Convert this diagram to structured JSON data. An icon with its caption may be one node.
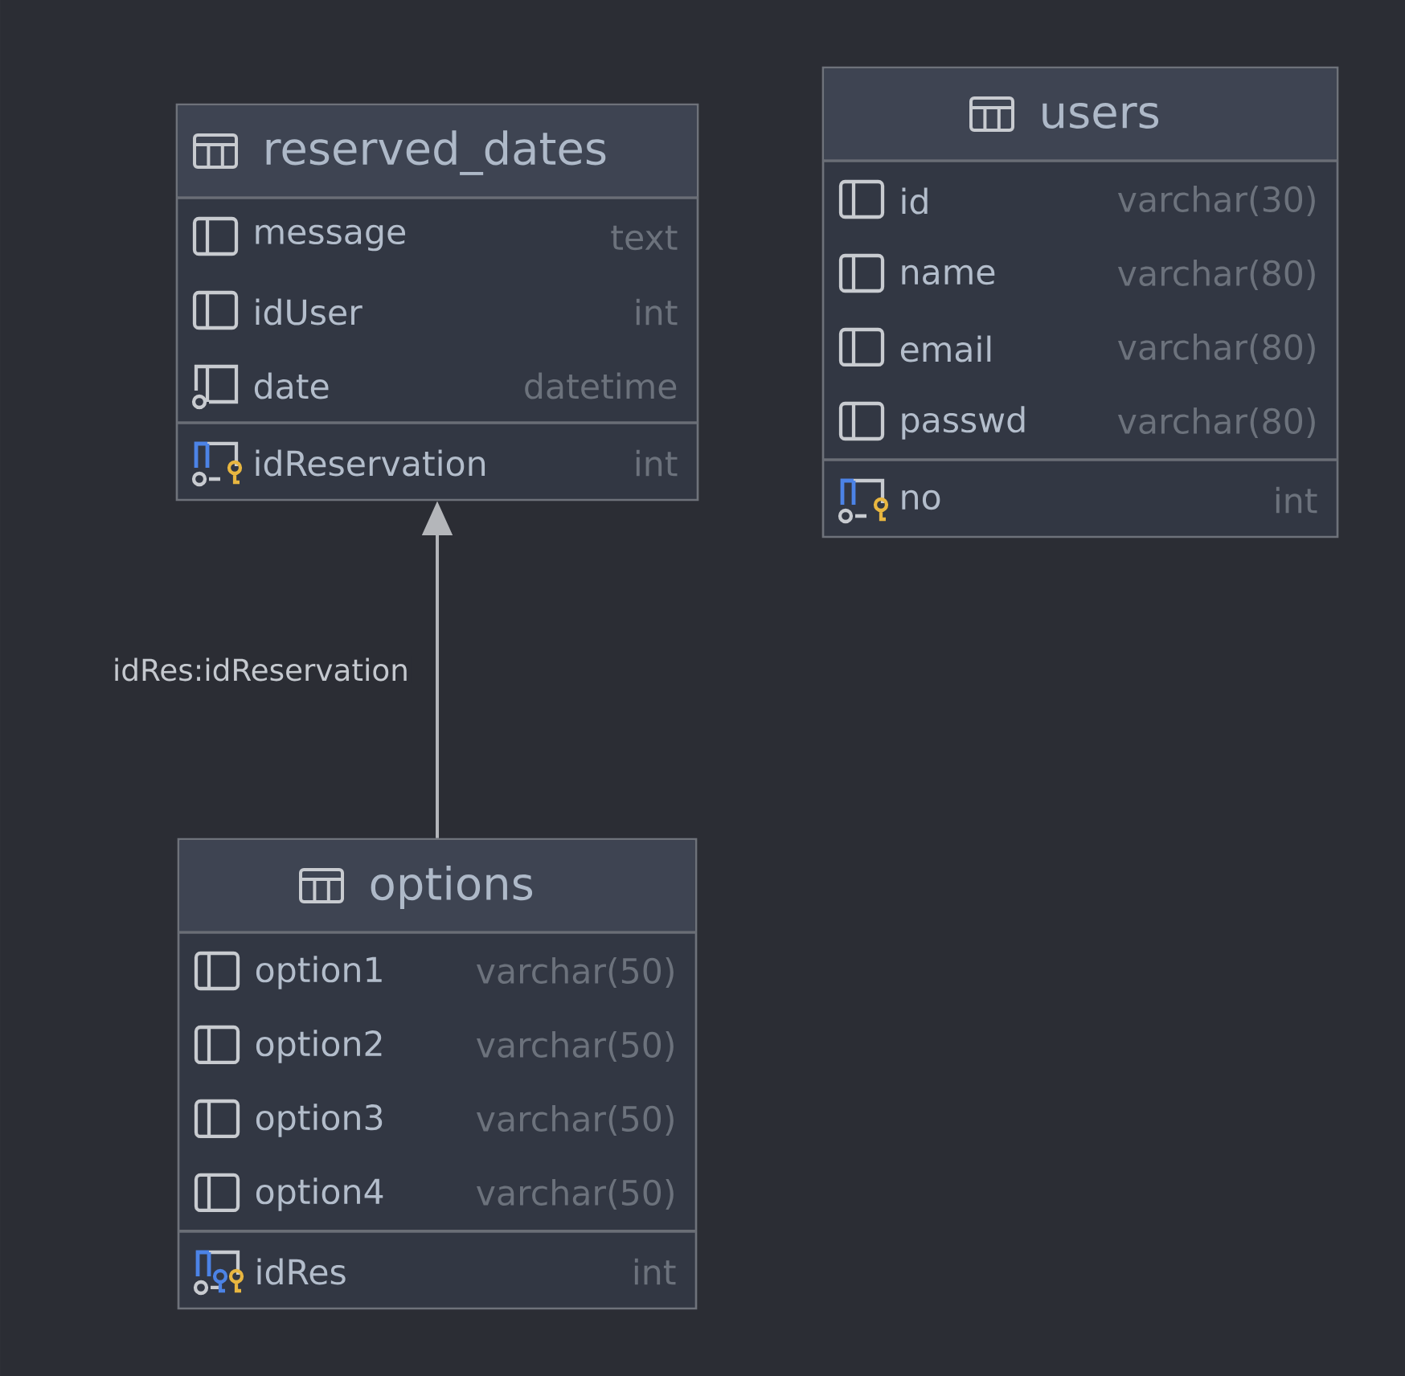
{
  "diagram": {
    "nodes": [
      {
        "text": [
          "reserved_dates",
          "message",
          "text",
          "idUser",
          "int",
          "date",
          "datetime",
          "idReservation",
          "int"
        ]
      },
      {
        "text": [
          "users",
          "id",
          "varchar(30)",
          "name",
          "varchar(80)",
          "email",
          "varchar(80)",
          "passwd",
          "varchar(80)",
          "no",
          "int"
        ]
      },
      {
        "text": [
          "options",
          "option1",
          "varchar(50)",
          "option2",
          "varchar(50)",
          "option3",
          "varchar(50)",
          "option4",
          "varchar(50)",
          "idRes",
          "int"
        ]
      }
    ],
    "edges": [
      {
        "from": 2,
        "to": 0,
        "arrow": "to",
        "label": "idRes:idReservation"
      }
    ]
  }
}
